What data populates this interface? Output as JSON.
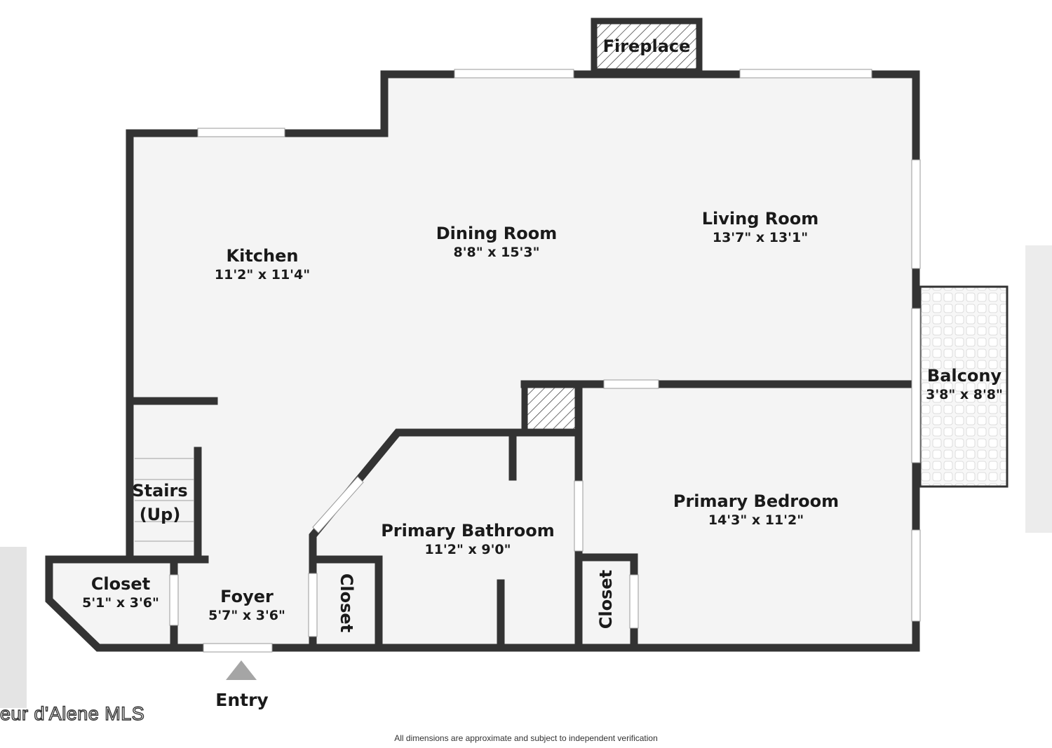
{
  "rooms": {
    "kitchen": {
      "name": "Kitchen",
      "dims": "11'2\" x 11'4\""
    },
    "dining": {
      "name": "Dining Room",
      "dims": "8'8\" x 15'3\""
    },
    "living": {
      "name": "Living Room",
      "dims": "13'7\" x 13'1\""
    },
    "balcony": {
      "name": "Balcony",
      "dims": "3'8\" x 8'8\""
    },
    "bedroom": {
      "name": "Primary Bedroom",
      "dims": "14'3\" x 11'2\""
    },
    "bathroom": {
      "name": "Primary Bathroom",
      "dims": "11'2\" x 9'0\""
    },
    "closet_entry": {
      "name": "Closet",
      "dims": "5'1\" x 3'6\""
    },
    "foyer": {
      "name": "Foyer",
      "dims": "5'7\" x 3'6\""
    },
    "stairs": {
      "line1": "Stairs",
      "line2": "(Up)"
    },
    "closet_bath": {
      "name": "Closet"
    },
    "closet_bed": {
      "name": "Closet"
    }
  },
  "fireplace": "Fireplace",
  "entry": "Entry",
  "watermark": "eur d'Alene MLS",
  "disclaimer": "All dimensions are approximate and subject to independent verification",
  "colors": {
    "wall": "#333333",
    "floor": "#f4f4f4",
    "window": "#ffffff"
  }
}
